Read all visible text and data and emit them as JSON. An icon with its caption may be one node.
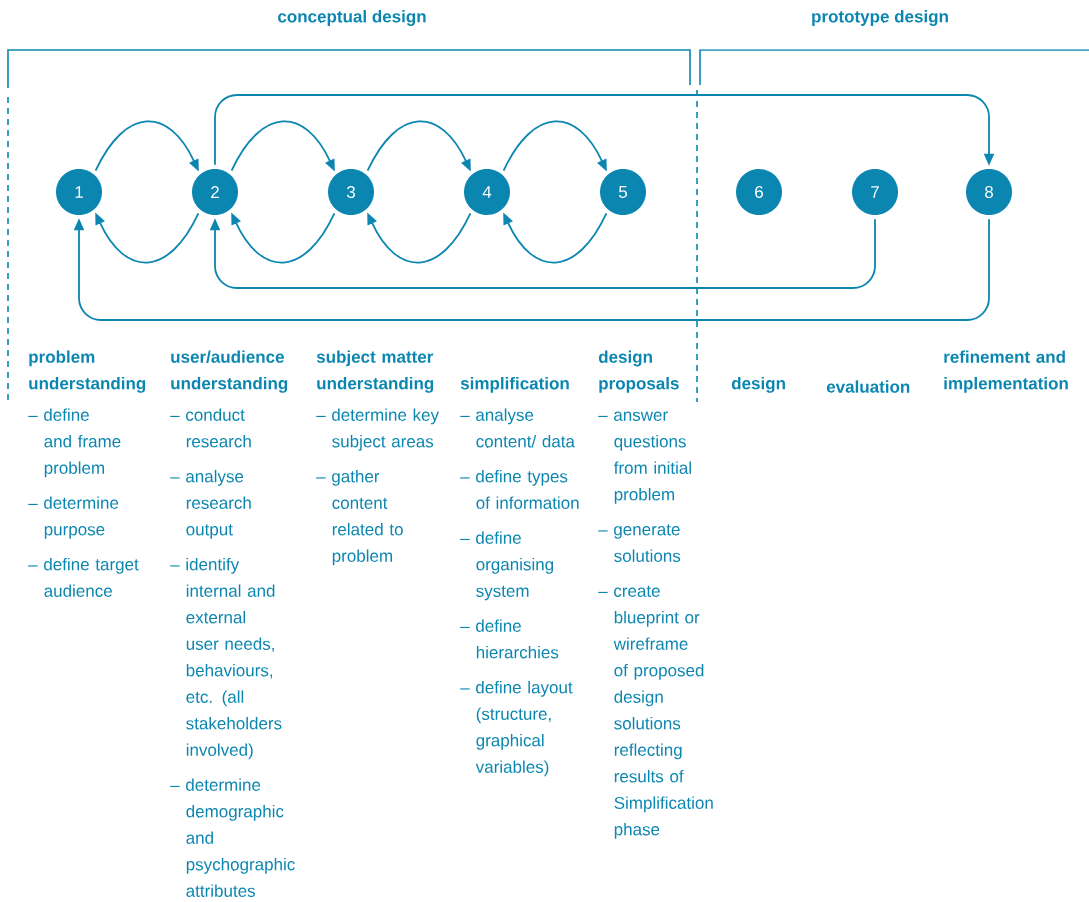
{
  "diagram": {
    "nodes": [
      {
        "text": [
          "1"
        ],
        "beside": [
          "problem understanding",
          "– define and frame problem",
          "– determine purpose",
          "– define target audience"
        ]
      },
      {
        "text": [
          "2"
        ],
        "beside": [
          "user/audience understanding",
          "– conduct research",
          "– analyse research output",
          "– identify internal and external user needs, behaviours, etc. (all stakeholders involved)",
          "– determine demographic and psychographic attributes"
        ]
      },
      {
        "text": [
          "3"
        ],
        "beside": [
          "subject matter understanding",
          "– determine key subject areas",
          "– gather content related to problem"
        ]
      },
      {
        "text": [
          "4"
        ],
        "beside": [
          "simplification",
          "– analyse content/ data",
          "– define types of information",
          "– define organising system",
          "– define hierarchies",
          "– define layout (structure, graphical variables)"
        ]
      },
      {
        "text": [
          "5"
        ],
        "beside": [
          "design proposals",
          "– answer questions from initial problem",
          "– generate solutions",
          "– create blueprint or wireframe of proposed design solutions reflecting results of Simplification phase"
        ]
      },
      {
        "text": [
          "6"
        ]
      },
      {
        "text": [
          "7"
        ]
      },
      {
        "text": [
          "8"
        ]
      }
    ],
    "edges": [
      {
        "from": 0,
        "to": 1,
        "arrow": "to"
      },
      {
        "from": 1,
        "to": 2,
        "arrow": "to"
      },
      {
        "from": 2,
        "to": 3,
        "arrow": "to"
      },
      {
        "from": 3,
        "to": 4,
        "arrow": "to"
      },
      {
        "from": 1,
        "to": 7,
        "arrow": "to"
      },
      {
        "from": 1,
        "to": 0,
        "arrow": "to"
      },
      {
        "from": 2,
        "to": 1,
        "arrow": "to"
      },
      {
        "from": 3,
        "to": 2,
        "arrow": "to"
      },
      {
        "from": 4,
        "to": 3,
        "arrow": "to"
      },
      {
        "from": 6,
        "to": 1,
        "arrow": "to"
      },
      {
        "from": 7,
        "to": 0,
        "arrow": "to"
      }
    ],
    "labels": [
      "conceptual design",
      "prototype design",
      "design",
      "evaluation",
      "refinement and implementation"
    ]
  }
}
